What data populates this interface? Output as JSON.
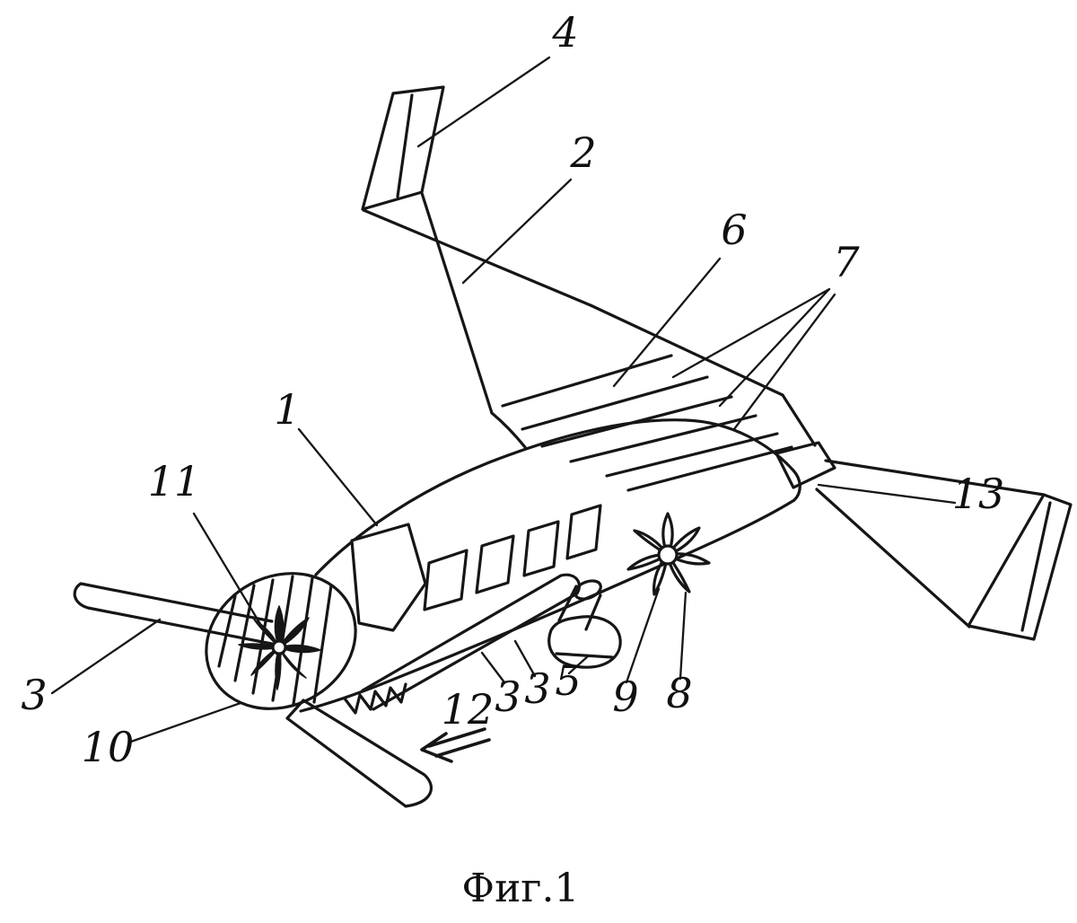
{
  "figure": {
    "caption": "Фиг.1",
    "ink_color": "#161616",
    "background_color": "#ffffff",
    "icons": {
      "flight_direction_arrow": "hand-drawn-double-line-left-arrow"
    },
    "labels": [
      {
        "ref": "1"
      },
      {
        "ref": "2"
      },
      {
        "ref": "3"
      },
      {
        "ref": "4"
      },
      {
        "ref": "5"
      },
      {
        "ref": "6"
      },
      {
        "ref": "7"
      },
      {
        "ref": "8"
      },
      {
        "ref": "9"
      },
      {
        "ref": "10"
      },
      {
        "ref": "11"
      },
      {
        "ref": "12"
      },
      {
        "ref": "13"
      },
      {
        "ref": "3"
      },
      {
        "ref": "3"
      }
    ]
  }
}
